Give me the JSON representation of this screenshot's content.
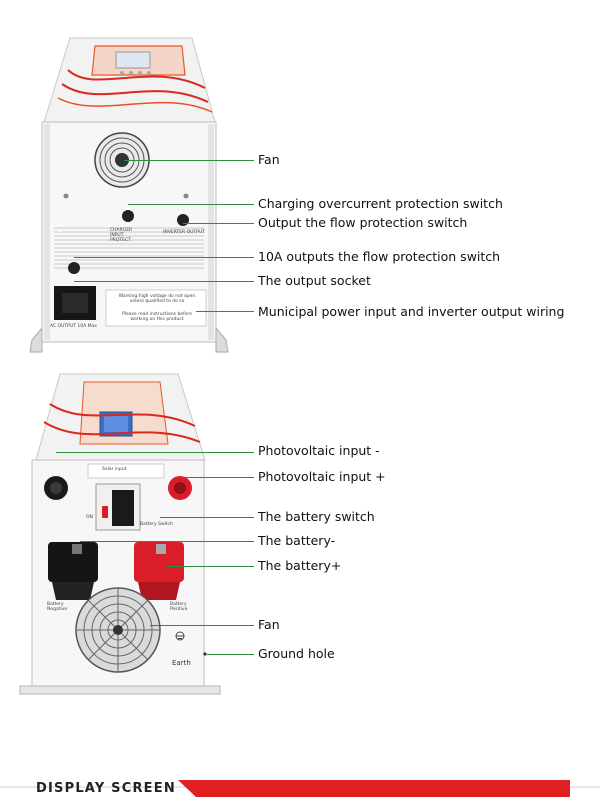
{
  "top_unit": {
    "callouts": [
      {
        "text": "Fan"
      },
      {
        "text": "Charging overcurrent protection switch"
      },
      {
        "text": "Output the flow protection switch"
      },
      {
        "text": "10A outputs the flow protection switch"
      },
      {
        "text": "The output socket"
      },
      {
        "text": "Municipal power input and inverter output wiring"
      }
    ],
    "panel_labels": {
      "charge_switch": "CHARGER INPUT PROTECT",
      "output_switch": "INVERTER OUTPUT",
      "socket": "AC OUTPUT 10A Max",
      "warning": "Warning:high voltage do not open unless qualified to do so",
      "instructions": "Please read instructions before working on this product"
    }
  },
  "bottom_unit": {
    "callouts": [
      {
        "text": "Photovoltaic input -"
      },
      {
        "text": "Photovoltaic input +"
      },
      {
        "text": "The battery switch"
      },
      {
        "text": "The battery-"
      },
      {
        "text": "The battery+"
      },
      {
        "text": "Fan"
      },
      {
        "text": "Ground hole"
      }
    ],
    "panel_labels": {
      "solar": "Solar input",
      "on": "ON",
      "battery_switch": "Battery Switch",
      "battery_neg": "Battery Negative",
      "battery_pos": "Battery Positive",
      "earth": "Earth"
    }
  },
  "footer": {
    "label": "DISPLAY SCREEN",
    "accent_color": "#e02020"
  },
  "colors": {
    "callout_line": "#2e8b3a",
    "terminal_red": "#d91e2a",
    "terminal_black": "#1a1a1a"
  }
}
